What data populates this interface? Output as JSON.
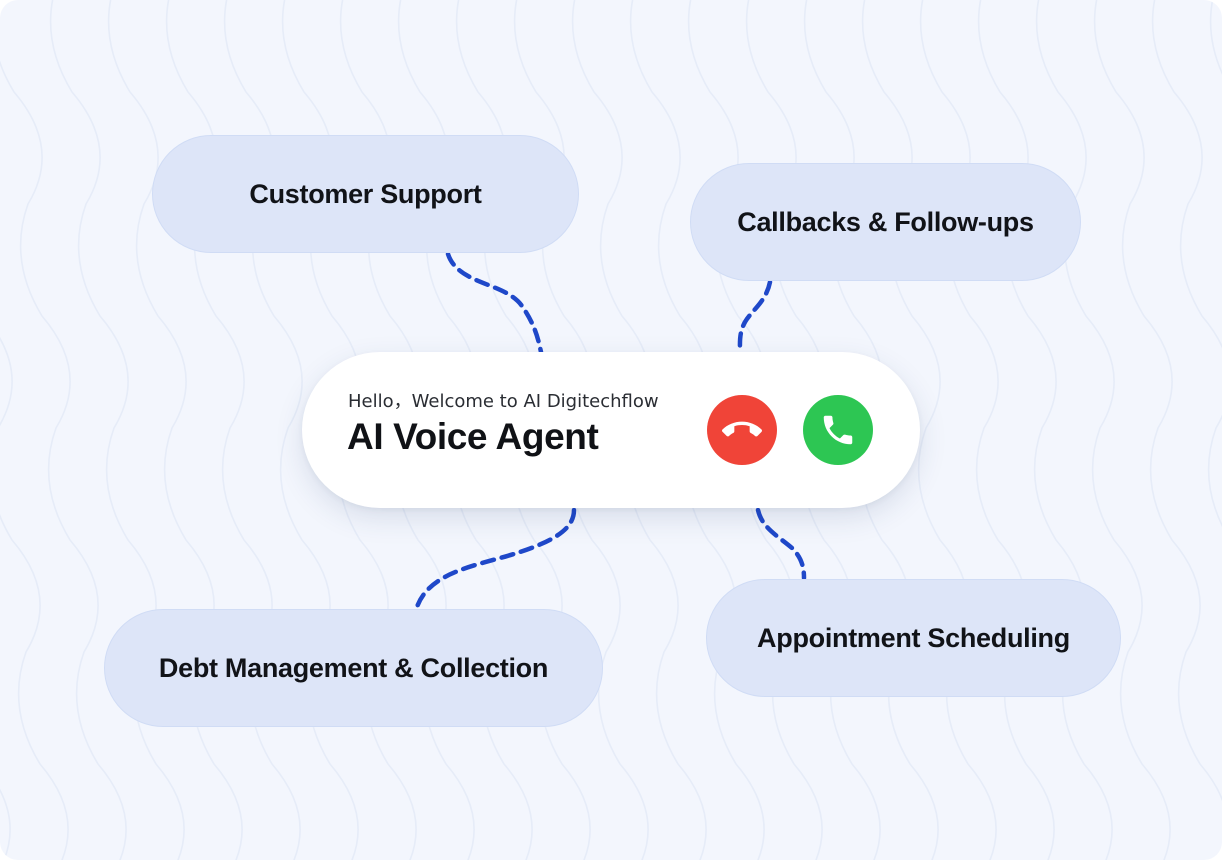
{
  "call_card": {
    "greeting": "Hello，Welcome to AI Digitechflow",
    "title": "AI Voice Agent",
    "decline_icon": "phone-hangup-icon",
    "accept_icon": "phone-answer-icon"
  },
  "features": {
    "customer_support": "Customer Support",
    "callbacks": "Callbacks & Follow-ups",
    "debt": "Debt Management & Collection",
    "appointment": "Appointment Scheduling"
  },
  "colors": {
    "background": "#f3f6fd",
    "pill_fill": "#dde5f8",
    "connector": "#1f48c9",
    "decline": "#f04438",
    "accept": "#2dc653"
  }
}
